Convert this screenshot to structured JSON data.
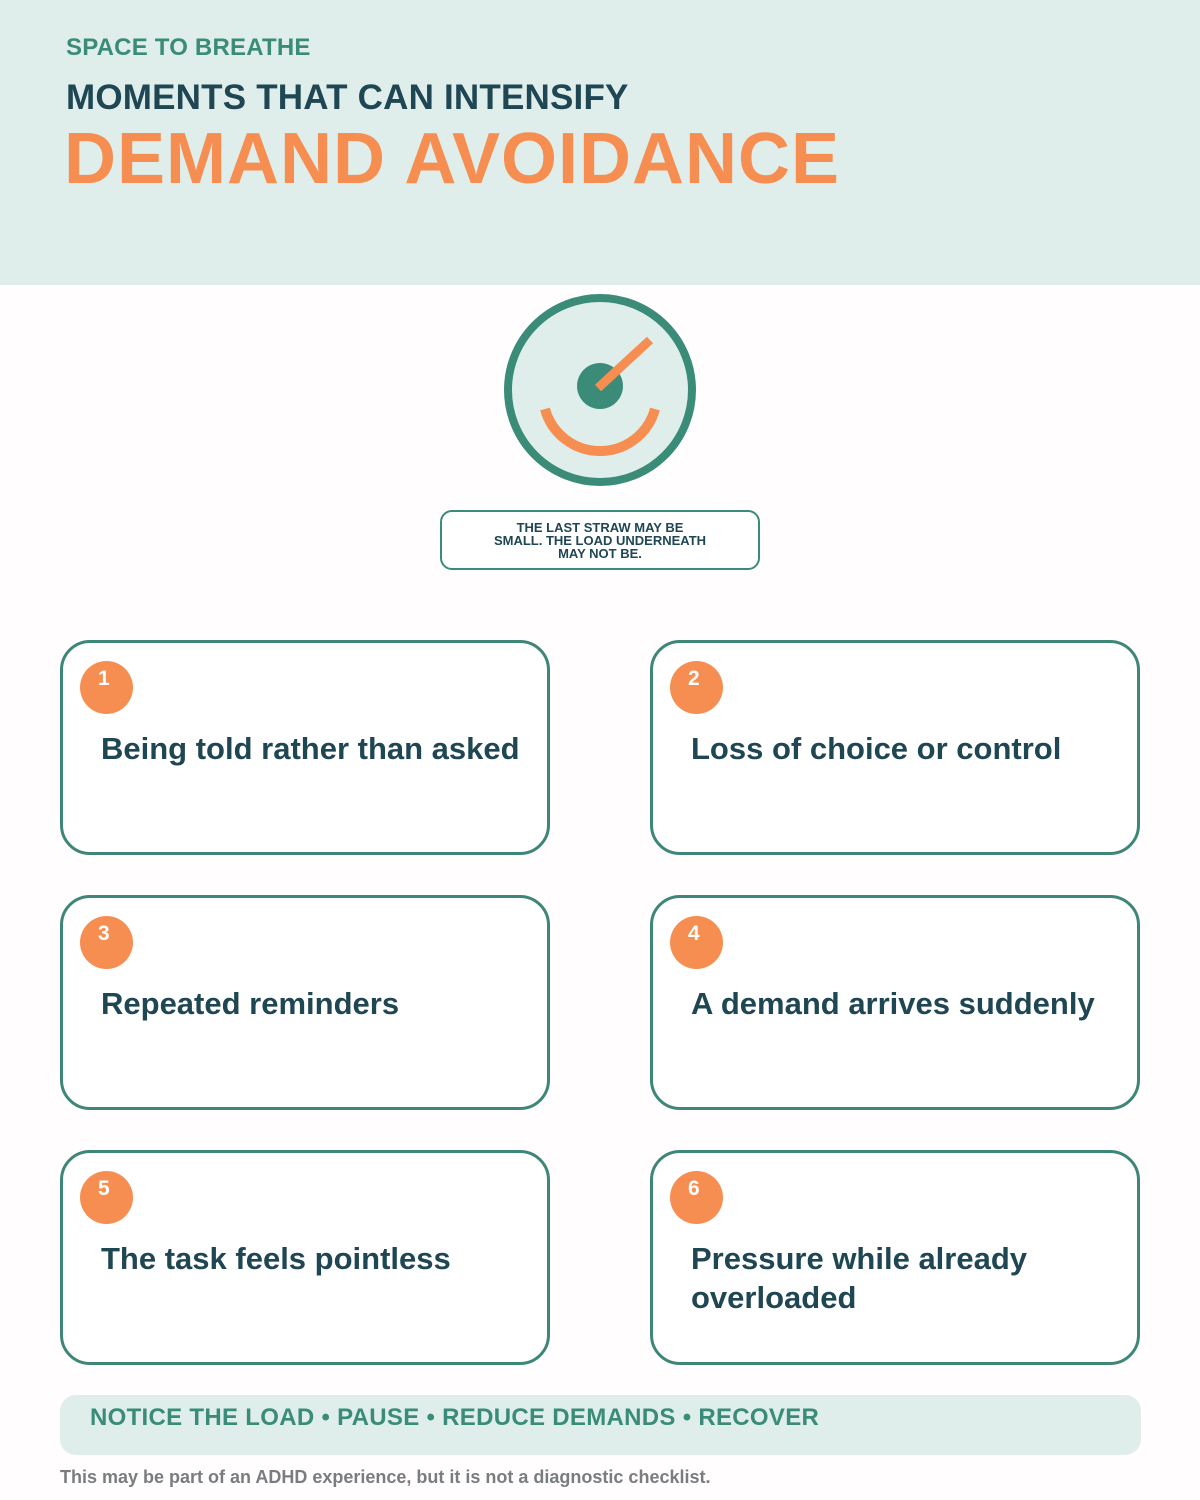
{
  "header": {
    "eyebrow": "SPACE TO BREATHE",
    "subtitle": "MOMENTS THAT CAN INTENSIFY",
    "title": "DEMAND AVOIDANCE"
  },
  "badge": {
    "icon": "gauge-face-icon",
    "colors": {
      "ring": "#3a8c79",
      "fill": "#dfeeeb",
      "accent": "#f68e51"
    }
  },
  "quote": "THE LAST STRAW MAY BE SMALL. THE LOAD UNDERNEATH MAY NOT BE.",
  "cards": [
    {
      "number": "1",
      "text": "Being told rather than asked"
    },
    {
      "number": "2",
      "text": "Loss of choice or control"
    },
    {
      "number": "3",
      "text": "Repeated reminders"
    },
    {
      "number": "4",
      "text": "A demand arrives suddenly"
    },
    {
      "number": "5",
      "text": "The task feels pointless"
    },
    {
      "number": "6",
      "text": "Pressure while already overloaded"
    }
  ],
  "footer": {
    "steps": "NOTICE THE LOAD • PAUSE • REDUCE DEMANDS • RECOVER",
    "disclaimer": "This may be part of an ADHD experience, but it is not a diagnostic checklist."
  },
  "colors": {
    "teal": "#3a8c79",
    "navy": "#1f4653",
    "orange": "#f68e51",
    "mint": "#dfeeeb"
  }
}
